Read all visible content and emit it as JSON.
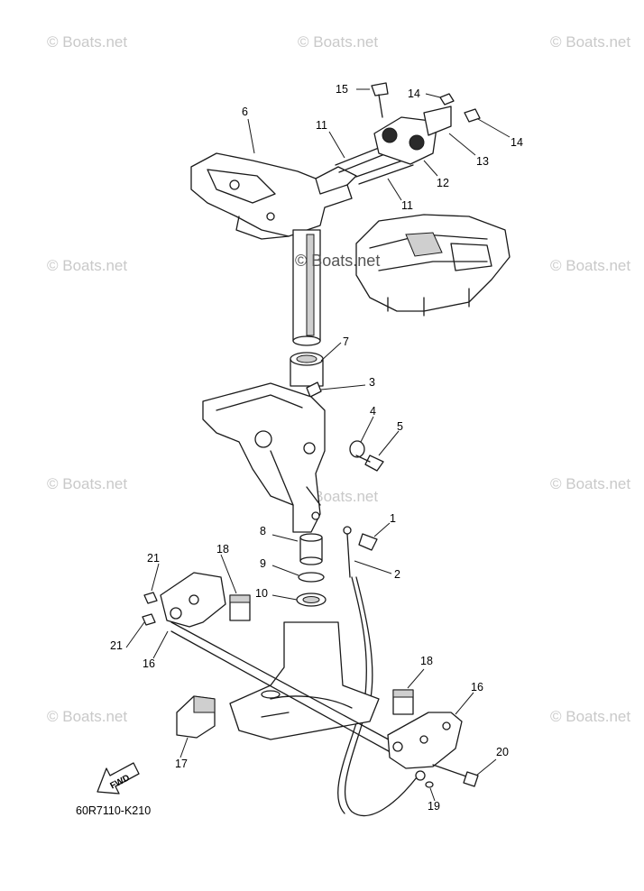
{
  "watermark": "© Boats.net",
  "center_watermark": "© Boats.net",
  "diagram_code": "60R7110-K210",
  "fwd_label": "FWD",
  "callouts": {
    "c1": "1",
    "c2": "2",
    "c3": "3",
    "c4": "4",
    "c5": "5",
    "c6": "6",
    "c7": "7",
    "c8": "8",
    "c9": "9",
    "c10": "10",
    "c11a": "11",
    "c11b": "11",
    "c12": "12",
    "c13": "13",
    "c14a": "14",
    "c14b": "14",
    "c15": "15",
    "c16a": "16",
    "c16b": "16",
    "c17": "17",
    "c18a": "18",
    "c18b": "18",
    "c19": "19",
    "c20": "20",
    "c21a": "21",
    "c21b": "21"
  }
}
